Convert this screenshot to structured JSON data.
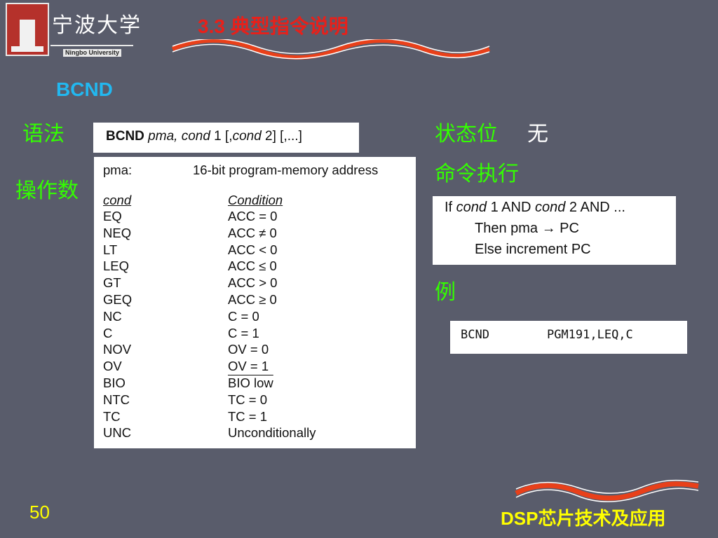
{
  "header": {
    "university_cn": "宁波大学",
    "university_en": "Ningbo University",
    "title": "3.3  典型指令说明"
  },
  "subtitle": "BCND",
  "labels": {
    "syntax": "语法",
    "operands": "操作数",
    "status_bits": "状态位",
    "status_value": "无",
    "execution": "命令执行",
    "example": "例"
  },
  "syntax": {
    "part1": "BCND",
    "part2": " pma, cond",
    "part3": " 1 [,",
    "part4": "cond",
    "part5": " 2] [,...]"
  },
  "operands": {
    "pma_name": "pma:",
    "pma_desc": "16-bit program-memory address",
    "col1_header": "cond",
    "col2_header": "Condition",
    "rows": [
      {
        "cond": "EQ",
        "condition": "ACC = 0"
      },
      {
        "cond": "NEQ",
        "condition": "ACC ≠ 0"
      },
      {
        "cond": "LT",
        "condition": "ACC < 0"
      },
      {
        "cond": "LEQ",
        "condition": "ACC ≤ 0"
      },
      {
        "cond": "GT",
        "condition": "ACC > 0"
      },
      {
        "cond": "GEQ",
        "condition": "ACC ≥ 0"
      },
      {
        "cond": "NC",
        "condition": "C = 0"
      },
      {
        "cond": "C",
        "condition": "C = 1"
      },
      {
        "cond": "NOV",
        "condition": "OV = 0"
      },
      {
        "cond": "OV",
        "condition": "OV = 1"
      },
      {
        "cond": "BIO",
        "condition": "BIO low"
      },
      {
        "cond": "NTC",
        "condition": "TC = 0"
      },
      {
        "cond": "TC",
        "condition": "TC = 1"
      },
      {
        "cond": "UNC",
        "condition": "Unconditionally"
      }
    ]
  },
  "execution": {
    "l1a": "If ",
    "l1b": "cond",
    "l1c": " 1 AND ",
    "l1d": "cond",
    "l1e": " 2 AND ...",
    "line2": "Then pma → PC",
    "line3": "Else increment PC"
  },
  "example": {
    "mnemonic": "BCND",
    "operands": "PGM191,LEQ,C"
  },
  "footer": {
    "page_number": "50",
    "course": "DSP芯片技术及应用"
  },
  "colors": {
    "background": "#595c6b",
    "title": "#e8201a",
    "subtitle": "#22b8f0",
    "label": "#33ff00",
    "footer": "#ffff00",
    "wave_red": "#e8401a"
  }
}
